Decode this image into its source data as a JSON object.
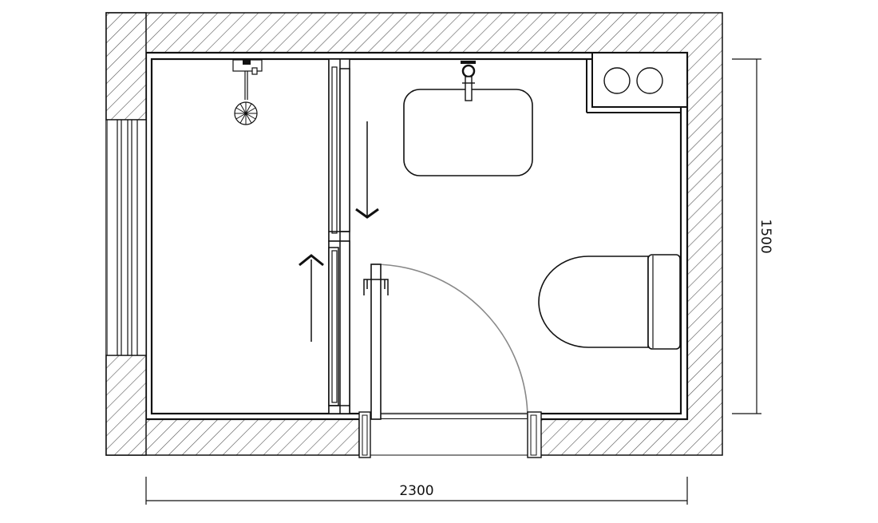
{
  "dimensions": {
    "width_label": "2300",
    "height_label": "1500"
  },
  "colors": {
    "line": "#111111",
    "hatch": "#555555",
    "door_swing": "#888888",
    "background": "#ffffff"
  },
  "fixtures": {
    "shower_head": "shower-head-icon",
    "basin": "basin-icon",
    "faucet": "faucet-icon",
    "toilet": "toilet-icon",
    "cistern_flush_buttons": "flush-buttons-icon",
    "sliding_glass_partition": "sliding-partition",
    "swing_door": "door-icon",
    "window": "window"
  }
}
